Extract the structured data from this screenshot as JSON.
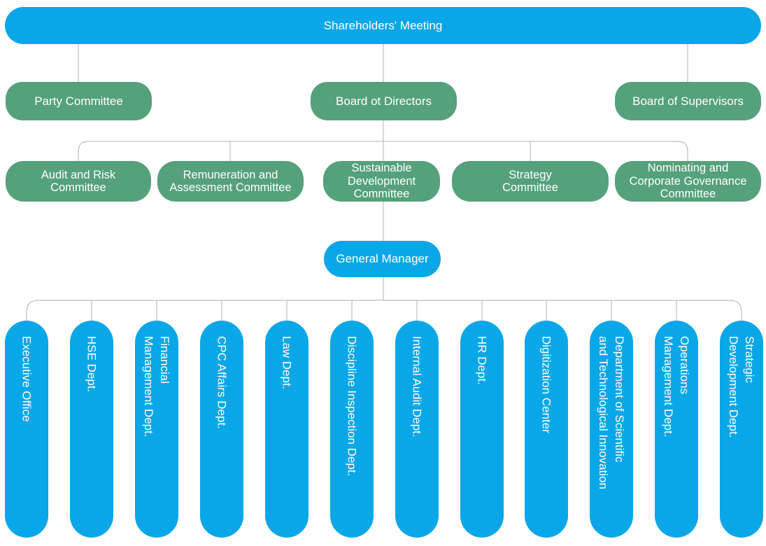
{
  "palette": {
    "blue": "#0aa7e8",
    "green": "#55a17c",
    "line": "#b0b0b0",
    "node_text": "#ffffff"
  },
  "chart": {
    "root": {
      "label": "Shareholders' Meeting"
    },
    "level2": [
      {
        "label": "Party Committee"
      },
      {
        "label": "Board ot Directors"
      },
      {
        "label": "Board of Supervisors"
      }
    ],
    "committees": [
      {
        "label": "Audit and Risk\nCommittee"
      },
      {
        "label": "Remuneration and\nAssessment Committee"
      },
      {
        "label": "Sustainable\nDevelopment\nCommittee"
      },
      {
        "label": "Strategy\nCommittee"
      },
      {
        "label": "Nominating and\nCorporate Governance\nCommittee"
      }
    ],
    "general_manager": {
      "label": "General Manager"
    },
    "departments": [
      {
        "label": "Executive Office"
      },
      {
        "label": "HSE Dept."
      },
      {
        "label": "Financial\nManagement Dept."
      },
      {
        "label": "CPC Affairs Dept."
      },
      {
        "label": "Law Dept."
      },
      {
        "label": "Discipline Inspection Dept."
      },
      {
        "label": "Internal Audit Dept."
      },
      {
        "label": "HR Dept."
      },
      {
        "label": "Digitization Center"
      },
      {
        "label": "Department of Scientific\nand Technological Innovation"
      },
      {
        "label": "Operations\nManagement Dept."
      },
      {
        "label": "Strategic\nDevelopment Dept."
      }
    ]
  }
}
